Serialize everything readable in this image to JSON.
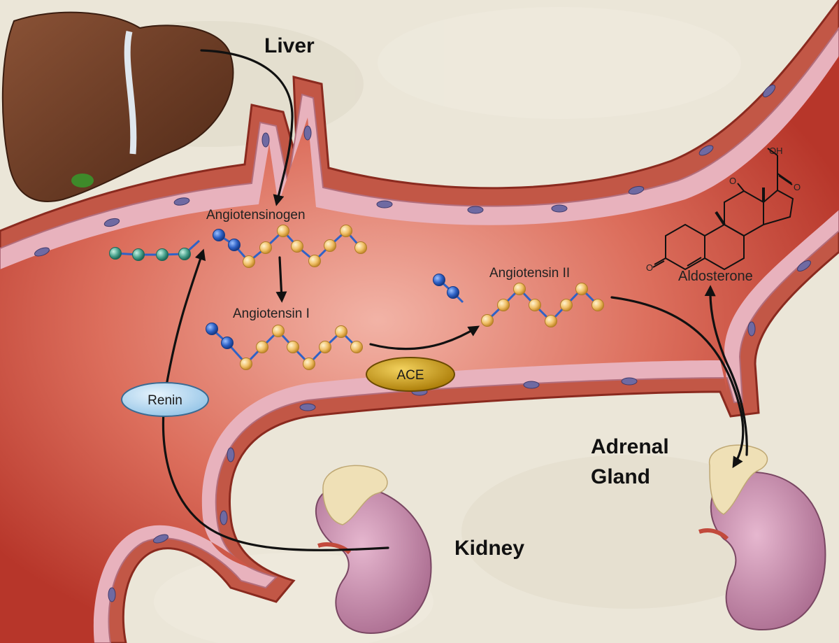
{
  "labels": {
    "liver": "Liver",
    "kidney": "Kidney",
    "adrenal_line1": "Adrenal",
    "adrenal_line2": "Gland",
    "angiotensinogen": "Angiotensinogen",
    "angiotensin_i": "Angiotensin I",
    "angiotensin_ii": "Angiotensin II",
    "aldosterone": "Aldosterone",
    "renin": "Renin",
    "ace": "ACE"
  },
  "structure": {
    "hydroxyl": "OH",
    "oxygen": "O"
  },
  "colors": {
    "blood": "#b7362a",
    "vessel_wall": "#e0a9b4",
    "liver": "#6b3b24",
    "kidney": "#c98fb0",
    "adrenal": "#efe0b6",
    "blue_bead": "#2f62c6",
    "gold_bead": "#f0c068",
    "teal_bead": "#4aa38e",
    "ace_pill": "#c99a10",
    "renin_pill": "#b3d7f0"
  }
}
